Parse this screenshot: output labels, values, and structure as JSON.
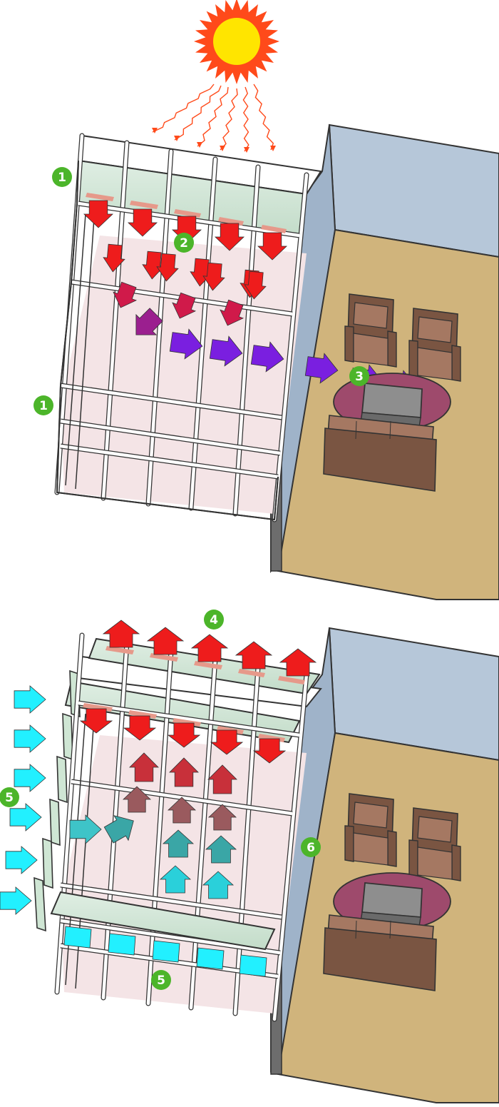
{
  "colors": {
    "sun_rays": "#ff4a1a",
    "sun_core": "#ffe500",
    "sun_corona": "#ff4a1a",
    "hot_air": "#ee1c1c",
    "warm_air_dim": "#c8303a",
    "radiant_heat": "#7a1fe0",
    "radiant_mix": "#9b1f8f",
    "cool_air": "#22f0ff",
    "cool_air_dim": "#3aa6a6",
    "badge": "#4cb52a",
    "wall_face": "#b6c7d9",
    "floor": "#d0b47c",
    "interior_glow": "#f4e4e6",
    "glass": "#cfe6d4",
    "vent_louver": "#e6998a",
    "rug": "#9e4a6c",
    "sofa": "#7a5542",
    "sofa_light": "#a57862",
    "table": "#8e8e8e"
  },
  "icons": {
    "sun": "sun-icon",
    "armchair": "armchair-icon",
    "sofa": "sofa-icon",
    "coffee_table": "coffee-table-icon",
    "rug": "rug-icon"
  },
  "panels": [
    {
      "id": "winter",
      "badges": [
        {
          "label": "1"
        },
        {
          "label": "1"
        },
        {
          "label": "2"
        },
        {
          "label": "3"
        }
      ]
    },
    {
      "id": "summer",
      "badges": [
        {
          "label": "4"
        },
        {
          "label": "5"
        },
        {
          "label": "5"
        },
        {
          "label": "6"
        }
      ]
    }
  ]
}
